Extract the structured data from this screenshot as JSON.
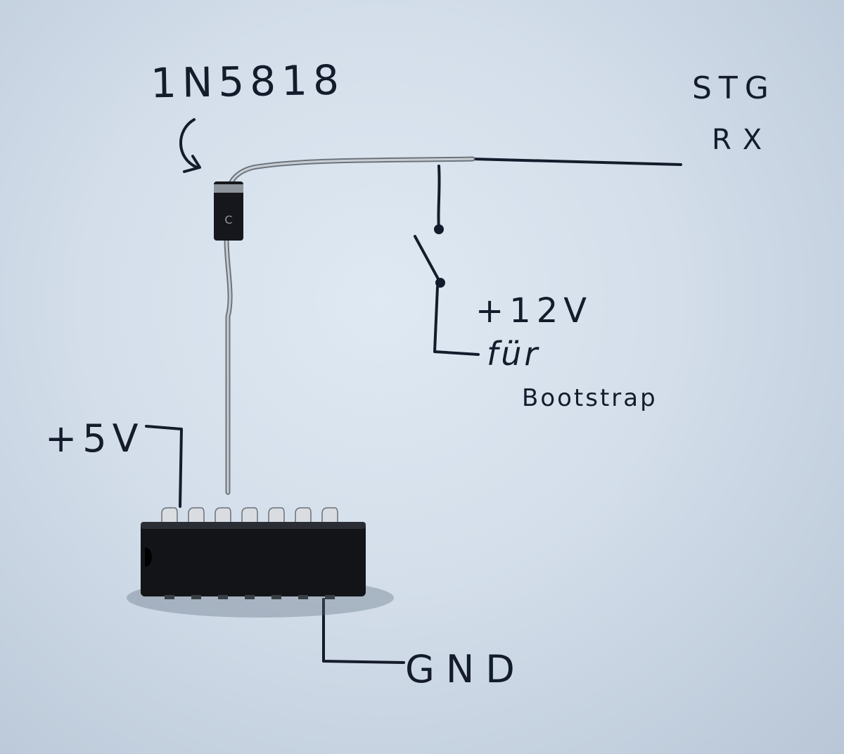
{
  "labels": {
    "diode": "1N5818",
    "stg": "STG",
    "rx": "RX",
    "plus12v": "+12V",
    "fuer": "für",
    "bootstrap": "Bootstrap",
    "plus5v": "+5V",
    "gnd": "GND"
  },
  "diode_marking": "C",
  "ic": {
    "pins_per_side": 7
  },
  "colors": {
    "ink": "#141c2c",
    "paper": "#d8e3ee",
    "chip": "#111318",
    "wire": "#8d949c",
    "pin": "#d9dde2"
  }
}
